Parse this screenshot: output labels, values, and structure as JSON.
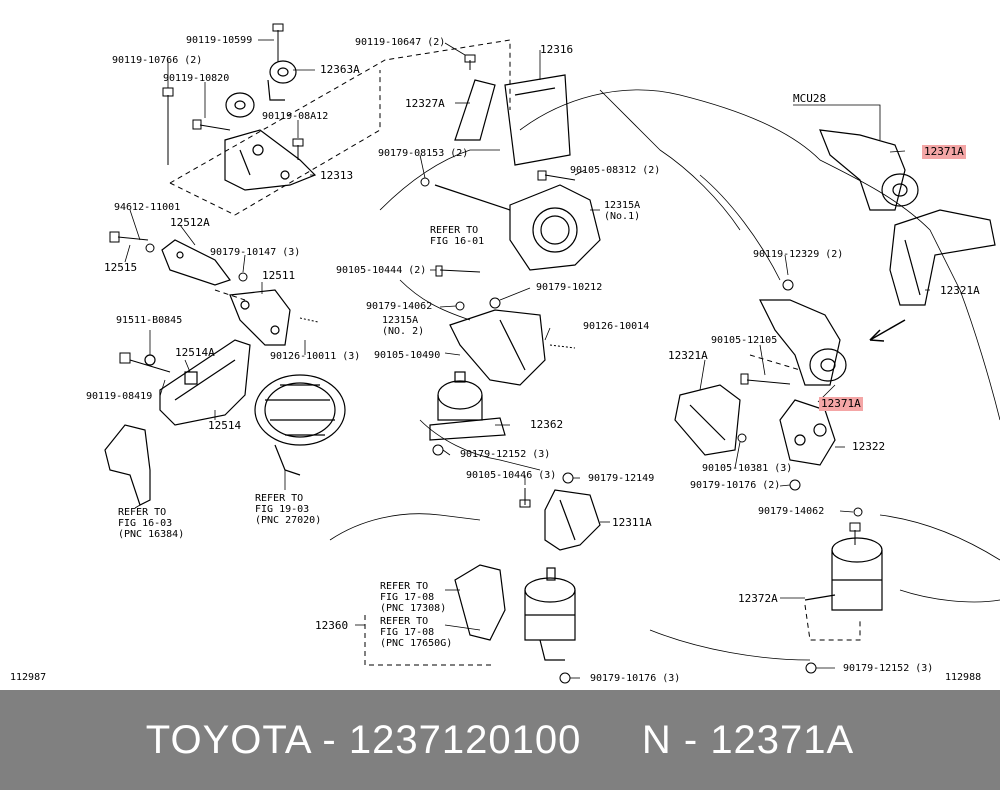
{
  "diagram": {
    "variant_label": "MCU28",
    "figure_id_left": "112987",
    "figure_id_right": "112988",
    "labels": {
      "p90119_10599": "90119-10599",
      "p90119_10766": "90119-10766 (2)",
      "p90119_10820": "90119-10820",
      "p12363A": "12363A",
      "p90119_08A12": "90119-08A12",
      "p12313": "12313",
      "p90119_10647": "90119-10647 (2)",
      "p12316": "12316",
      "p12327A": "12327A",
      "p90179_08153": "90179-08153 (2)",
      "p90105_08312": "90105-08312 (2)",
      "p12315A_1": "12315A\n(No.1)",
      "ref_16_01": "REFER TO\nFIG 16-01",
      "p94612_11001": "94612-11001",
      "p12512A": "12512A",
      "p12515": "12515",
      "p90179_10147": "90179-10147 (3)",
      "p12511": "12511",
      "p90105_10444": "90105-10444 (2)",
      "p90179_10212": "90179-10212",
      "p90179_14062a": "90179-14062",
      "p12315A_2": "12315A\n(NO. 2)",
      "p90126_10014": "90126-10014",
      "p91511_B0845": "91511-B0845",
      "p12514A": "12514A",
      "p90126_10011": "90126-10011 (3)",
      "p90105_10490": "90105-10490",
      "p90119_08419": "90119-08419",
      "p12514": "12514",
      "p12362": "12362",
      "p90179_12152a": "90179-12152 (3)",
      "ref_16_03": "REFER TO\nFIG 16-03\n(PNC 16384)",
      "ref_19_03": "REFER TO\nFIG 19-03\n(PNC 27020)",
      "p90105_10446": "90105-10446 (3)",
      "p90179_12149": "90179-12149",
      "p12311A": "12311A",
      "ref_17_08a": "REFER TO\nFIG 17-08\n(PNC 17308)",
      "ref_17_08b": "REFER TO\nFIG 17-08\n(PNC 17650G)",
      "p12360": "12360",
      "p90179_10176a": "90179-10176 (3)",
      "p12371A_top": "12371A",
      "p90119_12329": "90119-12329 (2)",
      "p12321A_right": "12321A",
      "p90105_12105": "90105-12105",
      "p12321A_left": "12321A",
      "p12371A_mid": "12371A",
      "p12322": "12322",
      "p90105_10381": "90105-10381 (3)",
      "p90179_10176b": "90179-10176 (2)",
      "p90179_14062b": "90179-14062",
      "p12372A": "12372A",
      "p90179_12152b": "90179-12152 (3)"
    }
  },
  "footer": {
    "text": "TOYOTA - 1237120100     N - 12371A"
  },
  "colors": {
    "highlight": "#f4a6a6",
    "footer_bg": "#808080",
    "footer_text": "#ffffff"
  }
}
